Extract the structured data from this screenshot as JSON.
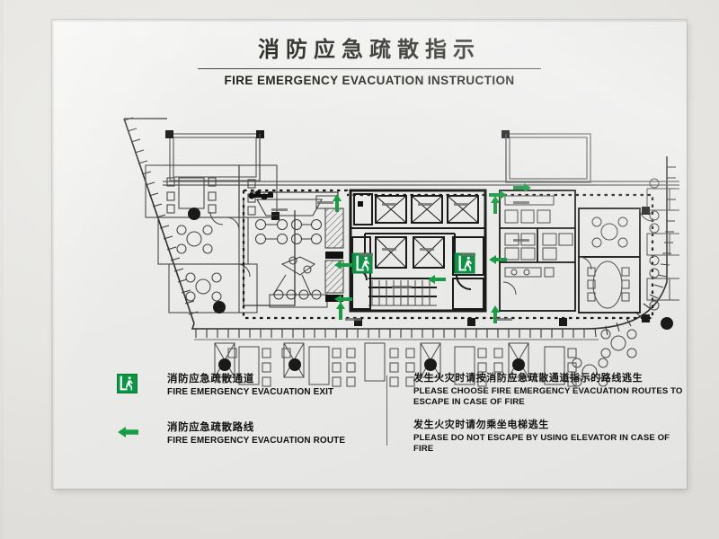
{
  "sign": {
    "title_cn": "消防应急疏散指示",
    "title_en": "FIRE EMERGENCY EVACUATION INSTRUCTION"
  },
  "legend": {
    "items": [
      {
        "icon": "emergency-exit-icon",
        "cn": "消防应急疏散通道",
        "en": "FIRE EMERGENCY EVACUATION EXIT"
      },
      {
        "icon": "green-arrow-left-icon",
        "cn": "消防应急疏散路线",
        "en": "FIRE EMERGENCY EVACUATION ROUTE"
      }
    ],
    "notes": [
      {
        "cn": "发生火灾时请按消防应急疏散通道指示的路线逃生",
        "en": "PLEASE CHOOSE FIRE EMERGENCY EVACUATION ROUTES TO ESCAPE IN CASE OF FIRE"
      },
      {
        "cn": "发生火灾时请勿乘坐电梯逃生",
        "en": "PLEASE DO NOT ESCAPE BY USING ELEVATOR IN CASE OF FIRE"
      }
    ]
  },
  "colors": {
    "exit_green": "#0b9444",
    "arrow_green": "#1a9c46",
    "plan_line": "#2b2b2b",
    "plate": "#ececeb",
    "wall": "#e6e5e2"
  },
  "floor_plan": {
    "description": "office-floor-plan",
    "exit_signs": 2,
    "route_arrows": 9,
    "rooms": [
      "reception-lobby",
      "elevator-bank",
      "stairwell-left",
      "stairwell-right",
      "restroom-male",
      "restroom-female",
      "meeting-room",
      "open-office-south",
      "open-office-east",
      "private-office-west",
      "balcony-north-left",
      "balcony-north-right",
      "pantry"
    ]
  }
}
